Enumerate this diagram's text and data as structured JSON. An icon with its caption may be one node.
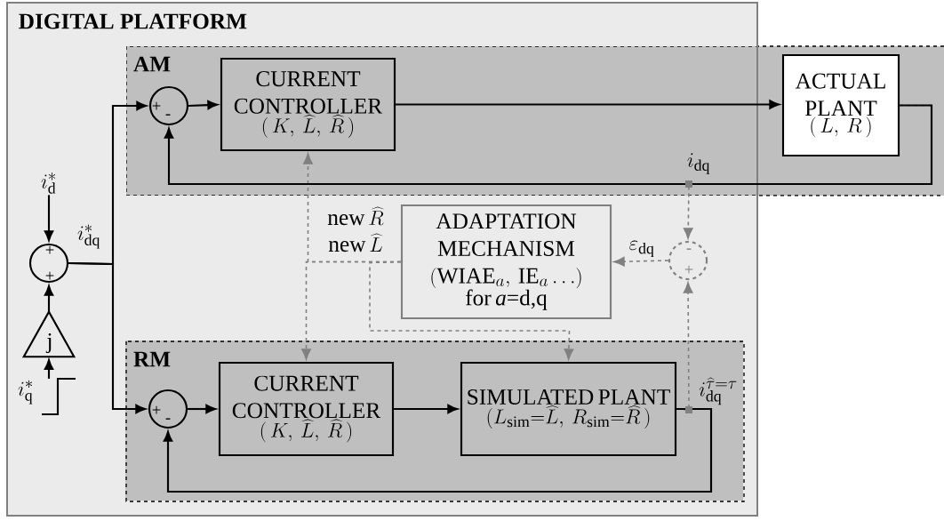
{
  "diagram": {
    "nodes": [
      {
        "text": [
          "DIGITAL PLATFORM"
        ]
      },
      {
        "text": [
          "AM"
        ]
      },
      {
        "text": [
          "+",
          "-"
        ]
      },
      {
        "text": [
          "CURRENT CONTROLLER",
          "(\\,K,\\ \\widehat{L},\\ \\widehat{R}\\,)"
        ]
      },
      {
        "text": [
          "ACTUAL PLANT",
          "(\\,L,\\ R\\,)"
        ],
        "in": 1
      },
      {
        "text": [
          "ADAPTATION MECHANISM",
          "(\\mathrm{WIAE}_{a},\\ \\mathrm{IE}_{a}\\ldots)",
          "for *a*=d,q"
        ],
        "in": 0
      },
      {
        "text": [
          "-",
          "+"
        ],
        "in": 0
      },
      {
        "text": [
          "RM"
        ],
        "in": 0
      },
      {
        "text": [
          "+",
          "-"
        ],
        "in": 7
      },
      {
        "text": [
          "CURRENT CONTROLLER",
          "(\\,K,\\ \\widehat{L},\\ \\widehat{R}\\,)"
        ],
        "in": 7
      },
      {
        "text": [
          "SIMULATED PLANT",
          "(L_{\\mathrm{sim}}{=}\\widehat{L},\\ R_{\\mathrm{sim}}{=}\\widehat{R}\\,)"
        ],
        "in": 7
      },
      {
        "text": [
          "+",
          "+"
        ],
        "in": 0
      },
      {
        "text": [
          "j"
        ],
        "in": 0
      },
      {
        "text": [
          "i_{\\mathrm{q}}^{*}"
        ],
        "in": 0
      },
      {
        "text": [
          "i_{\\mathrm{d}}^{*}"
        ],
        "in": 0
      }
    ],
    "edges": [
      {
        "from": 14,
        "to": 11,
        "arrow": "to"
      },
      {
        "from": 13,
        "to": 12,
        "arrow": "to"
      },
      {
        "from": 12,
        "to": 11,
        "arrow": "to"
      },
      {
        "from": 11,
        "to": 2,
        "arrow": "to",
        "label": "i_{\\mathrm{dq}}^{*}"
      },
      {
        "from": 11,
        "to": 8,
        "arrow": "to"
      },
      {
        "from": 2,
        "to": 3,
        "arrow": "to"
      },
      {
        "from": 3,
        "to": 4,
        "arrow": "to"
      },
      {
        "from": 4,
        "to": 2,
        "arrow": "to",
        "label": "i_{\\mathrm{dq}}"
      },
      {
        "from": 8,
        "to": 9,
        "arrow": "to"
      },
      {
        "from": 9,
        "to": 10,
        "arrow": "to"
      },
      {
        "from": 10,
        "to": 8,
        "arrow": "to",
        "label": "i_{\\mathrm{dq}}^{\\widehat{\\tau}=\\tau}"
      },
      {
        "from": 4,
        "to": 6,
        "arrow": "to",
        "style": "dashed",
        "color": "#808080"
      },
      {
        "from": 10,
        "to": 6,
        "arrow": "to",
        "style": "dashed",
        "color": "#808080"
      },
      {
        "from": 6,
        "to": 5,
        "arrow": "to",
        "style": "dashed",
        "color": "#808080",
        "label": "\\varepsilon_{\\mathrm{dq}}"
      },
      {
        "from": 5,
        "to": 3,
        "arrow": "to",
        "style": "dashed",
        "color": "#808080"
      },
      {
        "from": 5,
        "to": 9,
        "arrow": "to",
        "style": "dashed",
        "color": "#808080"
      },
      {
        "from": 5,
        "to": 10,
        "arrow": "to",
        "style": "dashed",
        "color": "#808080"
      }
    ],
    "labels": [
      "\\mathrm{new}\\,\\widehat{R}",
      "\\mathrm{new}\\,\\widehat{L}"
    ]
  }
}
